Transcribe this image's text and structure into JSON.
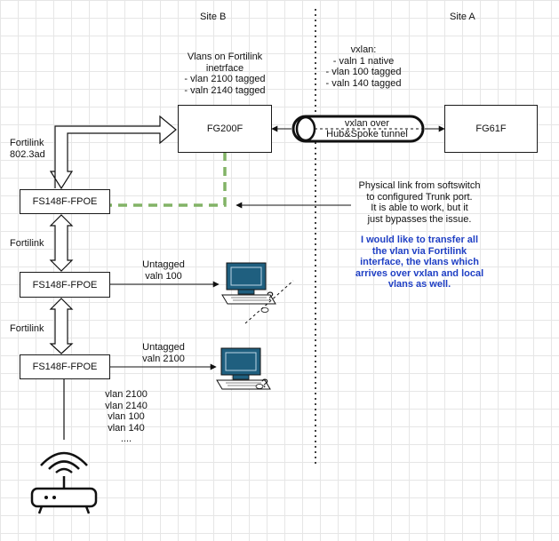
{
  "sites": {
    "site_b": "Site B",
    "site_a": "Site A"
  },
  "devices": {
    "fg200f": "FG200F",
    "fg61f": "FG61F",
    "switch_1": "FS148F-FPOE",
    "switch_2": "FS148F-FPOE",
    "switch_3": "FS148F-FPOE"
  },
  "labels": {
    "vlans_on_fortilink": [
      "Vlans on Fortilink",
      "inetrface",
      "- vlan 2100 tagged",
      "- valn 2140 tagged"
    ],
    "vxlan": [
      "vxlan:",
      "- valn 1 native",
      "- vlan 100 tagged",
      "- valn 140 tagged"
    ],
    "tunnel": [
      "vxlan over",
      "Hub&Spoke tunnel"
    ],
    "fortilink_top": [
      "Fortilink",
      "802.3ad"
    ],
    "fortilink_mid": "Fortilink",
    "fortilink_low": "Fortilink",
    "physical_link_note": [
      "Physical link from softswitch",
      "to configured Trunk port.",
      "It is able to work, but it",
      "just bypasses the issue."
    ],
    "question": [
      "I would like to transfer all",
      "the vlan via Fortilink",
      "interface, the vlans which",
      "arrives over vxlan and local",
      "vlans as well."
    ],
    "untagged_100": [
      "Untagged",
      "valn 100"
    ],
    "untagged_2100": [
      "Untagged",
      "valn 2100"
    ],
    "trunk_vlans": [
      "vlan 2100",
      "vlan 2140",
      "vlan 100",
      "vlan 140",
      "...."
    ]
  },
  "colors": {
    "green_link": "#82b366",
    "question_text": "#1f3fc4",
    "computer": "#1f5f7f"
  },
  "icons": [
    "computer-icon",
    "computer-icon",
    "wifi-router-icon",
    "question-mark-icon"
  ]
}
